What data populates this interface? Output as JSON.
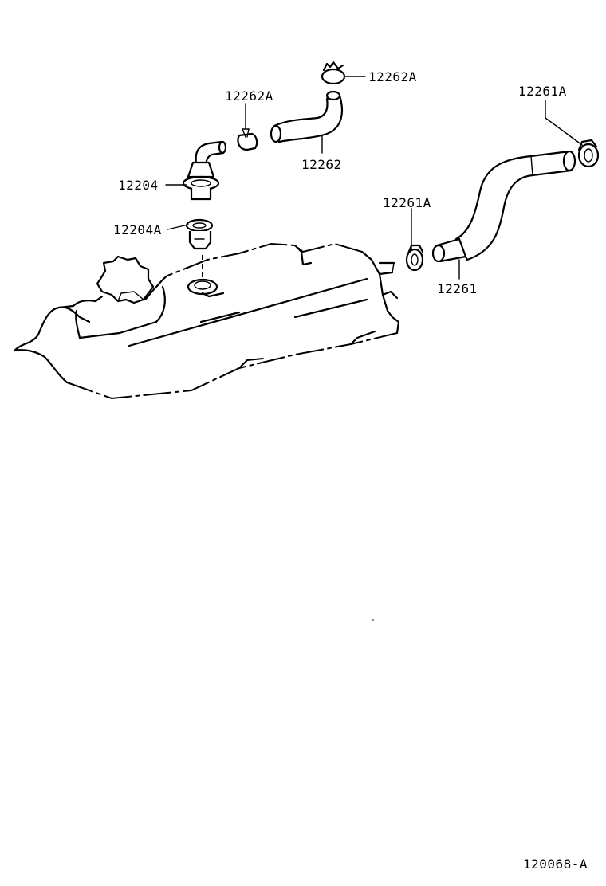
{
  "callouts": {
    "pcv_valve": "12204",
    "grommet": "12204A",
    "clamp_upper_left": "12262A",
    "clamp_top": "12262A",
    "hose_upper": "12262",
    "clamp_right_top": "12261A",
    "clamp_right_mid": "12261A",
    "hose_lower": "12261"
  },
  "figure_id": "120068-A"
}
